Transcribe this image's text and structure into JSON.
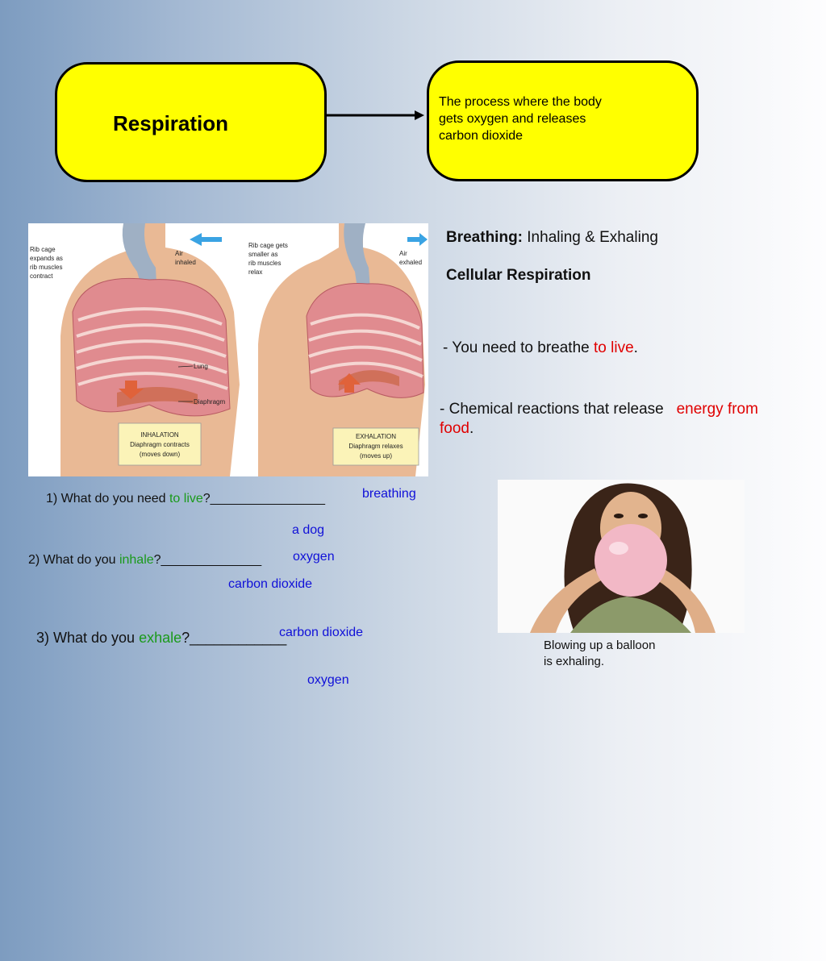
{
  "concept_map": {
    "term": "Respiration",
    "definition_lines": [
      "The process where the body",
      "gets oxygen and releases",
      "carbon dioxide"
    ]
  },
  "diagram": {
    "left_labels": [
      "Rib cage",
      "expands as",
      "rib muscles",
      "contract"
    ],
    "air_inhaled": [
      "Air",
      "inhaled"
    ],
    "right_labels": [
      "Rib cage gets",
      "smaller as",
      "rib muscles",
      "relax"
    ],
    "air_exhaled": [
      "Air",
      "exhaled"
    ],
    "lung": "Lung",
    "diaphragm": "Diaphragm",
    "inhalation_box": [
      "INHALATION",
      "Diaphragm contracts",
      "(moves down)"
    ],
    "exhalation_box": [
      "EXHALATION",
      "Diaphragm relaxes",
      "(moves up)"
    ]
  },
  "notes": {
    "breathing_label": "Breathing:",
    "breathing_text": " Inhaling & Exhaling",
    "cellular_label": "Cellular Respiration",
    "need_prefix": "- You need to breathe ",
    "need_highlight": "to live",
    "need_suffix": ".",
    "chem_prefix": "- Chemical reactions that release ",
    "chem_highlight_1": "energy from",
    "chem_highlight_2": "food",
    "chem_suffix": "."
  },
  "questions": {
    "q1_prefix": "1) What do you need ",
    "q1_highlight": "to live",
    "q1_suffix": "?________________",
    "q2_prefix": "2) What do you ",
    "q2_highlight": "inhale",
    "q2_suffix": "?______________",
    "q3_prefix": "3) What do you ",
    "q3_highlight": "exhale",
    "q3_suffix": "?____________"
  },
  "answer_options": {
    "breathing": "breathing",
    "a_dog": "a dog",
    "oxygen_1": "oxygen",
    "carbon_dioxide_1": "carbon dioxide",
    "carbon_dioxide_2": "carbon dioxide",
    "oxygen_2": "oxygen"
  },
  "caption": [
    "Blowing up a balloon",
    "is exhaling."
  ],
  "colors": {
    "box_fill": "#ffff00",
    "highlight_red": "#e00000",
    "highlight_green": "#1a9a1a",
    "answer_blue": "#1010d8"
  }
}
